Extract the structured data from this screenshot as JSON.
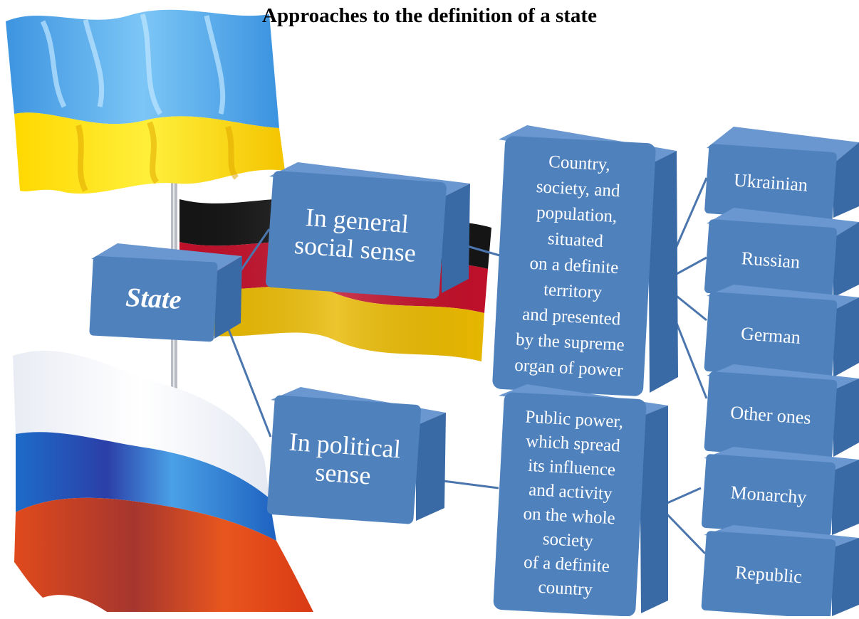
{
  "title": "Approaches to the definition of a state",
  "colors": {
    "box_face": "#4f81bd",
    "box_side": "#3a6aa5",
    "box_top": "#6a97cf",
    "connector": "#4a75ad",
    "text": "#ffffff",
    "flag_ukraine": [
      "#4aa6e8",
      "#ffe000"
    ],
    "flag_germany": [
      "#1a1a1a",
      "#c0102a",
      "#e7b900"
    ],
    "flag_russia": [
      "#f4f6fb",
      "#1f6fc8",
      "#d9361b"
    ]
  },
  "flags": [
    "ukraine-flag",
    "germany-flag",
    "russia-flag"
  ],
  "diagram": {
    "root": {
      "label": "State"
    },
    "senses": [
      {
        "label": "In general\nsocial sense"
      },
      {
        "label": "In political\nsense"
      }
    ],
    "definitions": [
      {
        "label": "Country,\nsociety, and\npopulation,\nsituated\non  a definite\nterritory\nand presented\nby the supreme\norgan of power"
      },
      {
        "label": "Public power,\nwhich spread\nits influence\nand activity\non the whole\nsociety\nof a definite\ncountry"
      }
    ],
    "types_general": [
      {
        "label": "Ukrainian"
      },
      {
        "label": "Russian"
      },
      {
        "label": "German"
      },
      {
        "label": "Other ones"
      }
    ],
    "types_political": [
      {
        "label": "Monarchy"
      },
      {
        "label": "Republic"
      }
    ]
  }
}
